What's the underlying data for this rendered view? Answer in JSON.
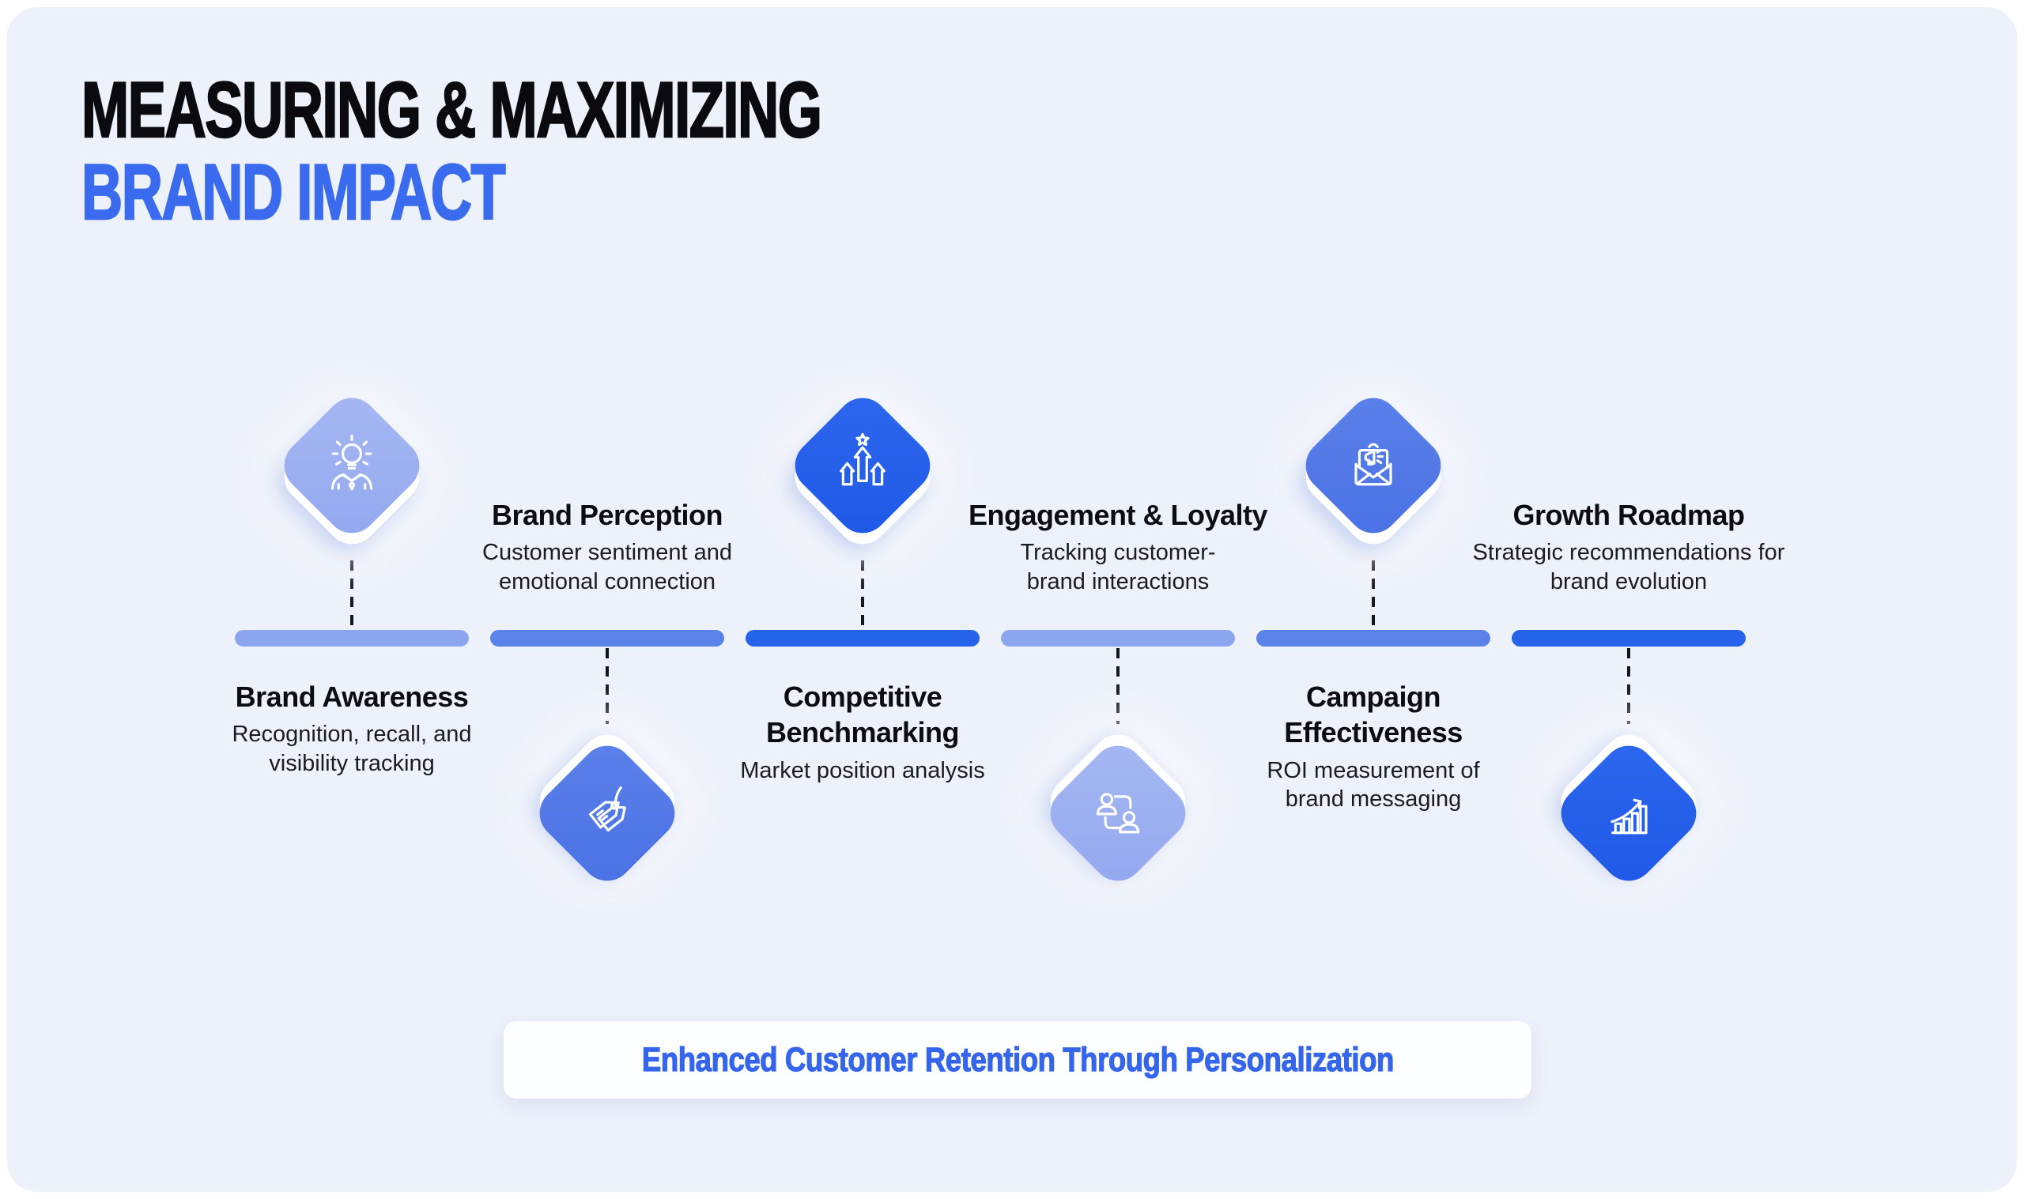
{
  "header": {
    "title_line1": "MEASURING & MAXIMIZING",
    "title_line2": "BRAND IMPACT"
  },
  "timeline": {
    "steps": [
      {
        "title": "Brand Awareness",
        "description": "Recognition, recall, and visibility tracking",
        "icon": "idea-person-icon",
        "icon_position": "above",
        "tone": "light"
      },
      {
        "title": "Brand Perception",
        "description": "Customer sentiment and emotional connection",
        "icon": "price-tags-icon",
        "icon_position": "below",
        "tone": "medium"
      },
      {
        "title": "Competitive Benchmarking",
        "description": "Market position analysis",
        "icon": "ranking-arrows-icon",
        "icon_position": "above",
        "tone": "dark"
      },
      {
        "title": "Engagement & Loyalty",
        "description": "Tracking customer-brand interactions",
        "icon": "customer-exchange-icon",
        "icon_position": "below",
        "tone": "light"
      },
      {
        "title": "Campaign Effectiveness",
        "description": "ROI measurement of brand messaging",
        "icon": "campaign-mail-icon",
        "icon_position": "above",
        "tone": "medium"
      },
      {
        "title": "Growth Roadmap",
        "description": "Strategic recommendations for brand evolution",
        "icon": "growth-chart-icon",
        "icon_position": "below",
        "tone": "dark"
      }
    ]
  },
  "footer": {
    "banner_text": "Enhanced Customer Retention Through Personalization"
  },
  "colors": {
    "page_background": "#FFFFFF",
    "canvas_background": "#EDF1FA",
    "title_primary": "#0B0B0F",
    "title_accent": "#3A6BEF",
    "tone_light": "#9CB1F0",
    "tone_medium": "#5179E8",
    "tone_dark": "#2563EB",
    "bar_light": "#8BA6EE",
    "bar_medium": "#5B82E9",
    "bar_dark": "#2563EB",
    "connector": "#15161A",
    "banner_background": "#FFFFFF",
    "banner_text_color": "#3465EA",
    "icon_stroke": "#FFFFFF"
  }
}
